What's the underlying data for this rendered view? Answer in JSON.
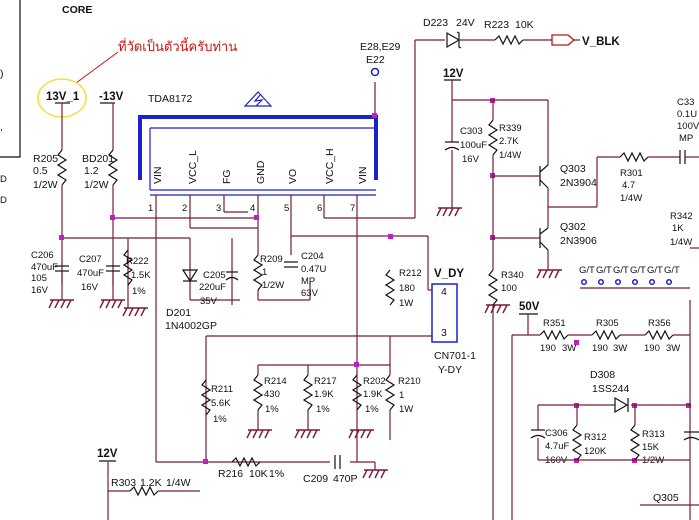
{
  "header": {
    "core_label": "CORE",
    "annotation": "ที่วัดเป็นตัวนี้ครับท่าน"
  },
  "left_edge": {
    "frag1": ")",
    "frag2": ",",
    "frag3": "D",
    "frag4": "D"
  },
  "rails": {
    "v13": "13V_1",
    "vneg13": "-13V",
    "v12_top": "12V",
    "v12_bottom": "12V",
    "v50": "50V"
  },
  "ic": {
    "name": "TDA8172",
    "pins": [
      {
        "num": "1",
        "name": "VIN"
      },
      {
        "num": "2",
        "name": "VCC_L"
      },
      {
        "num": "3",
        "name": "FG"
      },
      {
        "num": "4",
        "name": "GND"
      },
      {
        "num": "5",
        "name": "VO"
      },
      {
        "num": "6",
        "name": "VCC_H"
      },
      {
        "num": "7",
        "name": "VIN"
      }
    ]
  },
  "test_point": {
    "ref": "E28,E29",
    "ref2": "E22"
  },
  "connector": {
    "title": "V_DY",
    "pin_a": "4",
    "pin_b": "3",
    "ref": "CN701-1",
    "name": "Y-DY"
  },
  "output": {
    "label": "V_BLK"
  },
  "parts": {
    "D223": {
      "ref": "D223",
      "value": "24V"
    },
    "R223": {
      "ref": "R223",
      "value": "10K"
    },
    "R205": {
      "ref": "R205",
      "v1": "0.5",
      "v2": "1/2W"
    },
    "BD201": {
      "ref": "BD201",
      "v1": "1.2",
      "v2": "1/2W"
    },
    "C206": {
      "ref": "C206",
      "v1": "470uF",
      "v2": "105",
      "v3": "16V"
    },
    "C207": {
      "ref": "C207",
      "v1": "470uF",
      "v2": "16V"
    },
    "R222": {
      "ref": "R222",
      "v1": "1.5K",
      "v2": "1%"
    },
    "C205": {
      "ref": "C205",
      "v1": "220uF",
      "v2": "35V"
    },
    "D201": {
      "ref": "D201",
      "v1": "1N4002GP"
    },
    "R209": {
      "ref": "R209",
      "v1": "1",
      "v2": "1/2W"
    },
    "C204": {
      "ref": "C204",
      "v1": "0.47U",
      "v2": "MP",
      "v3": "63V"
    },
    "R212": {
      "ref": "R212",
      "v1": "180",
      "v2": "1W"
    },
    "R211": {
      "ref": "R211",
      "v1": "5.6K",
      "v2": "1%"
    },
    "R214": {
      "ref": "R214",
      "v1": "430",
      "v2": "1%"
    },
    "R217": {
      "ref": "R217",
      "v1": "1.9K",
      "v2": "1%"
    },
    "R202": {
      "ref": "R202",
      "v1": "1.9K",
      "v2": "1%"
    },
    "R210": {
      "ref": "R210",
      "v1": "1",
      "v2": "1W"
    },
    "R216": {
      "ref": "R216",
      "v1": "10K",
      "v2": "1%"
    },
    "C209": {
      "ref": "C209",
      "v1": "470P"
    },
    "R303": {
      "ref": "R303",
      "v1": "1.2K",
      "v2": "1/4W"
    },
    "C303": {
      "ref": "C303",
      "v1": "100uF",
      "v2": "16V"
    },
    "R339": {
      "ref": "R339",
      "v1": "2.7K",
      "v2": "1/4W"
    },
    "Q303": {
      "ref": "Q303",
      "v1": "2N3904"
    },
    "Q302": {
      "ref": "Q302",
      "v1": "2N3906"
    },
    "R301": {
      "ref": "R301",
      "v1": "4.7",
      "v2": "1/4W"
    },
    "R340": {
      "ref": "R340",
      "v1": "100"
    },
    "R351": {
      "ref": "R351",
      "v1": "190",
      "v2": "3W"
    },
    "R305": {
      "ref": "R305",
      "v1": "190",
      "v2": "3W"
    },
    "R356": {
      "ref": "R356",
      "v1": "190",
      "v2": "3W"
    },
    "D308": {
      "ref": "D308",
      "v1": "1SS244"
    },
    "C306": {
      "ref": "C306",
      "v1": "4.7uF",
      "v2": "160V"
    },
    "R312": {
      "ref": "R312",
      "v1": "120K"
    },
    "R313": {
      "ref": "R313",
      "v1": "15K",
      "v2": "1/2W"
    },
    "Q305": {
      "ref": "Q305"
    }
  },
  "cut_labels": {
    "c33": "C33",
    "c33_v1": "0.1U",
    "c33_v2": "100V",
    "c33_v3": "MP",
    "r342": "R342",
    "r342_v1": "1K",
    "r342_v2": "1/4W"
  },
  "gt_labels": [
    "G/T",
    "G/T",
    "G/T",
    "G/T",
    "G/T",
    "G/T"
  ]
}
